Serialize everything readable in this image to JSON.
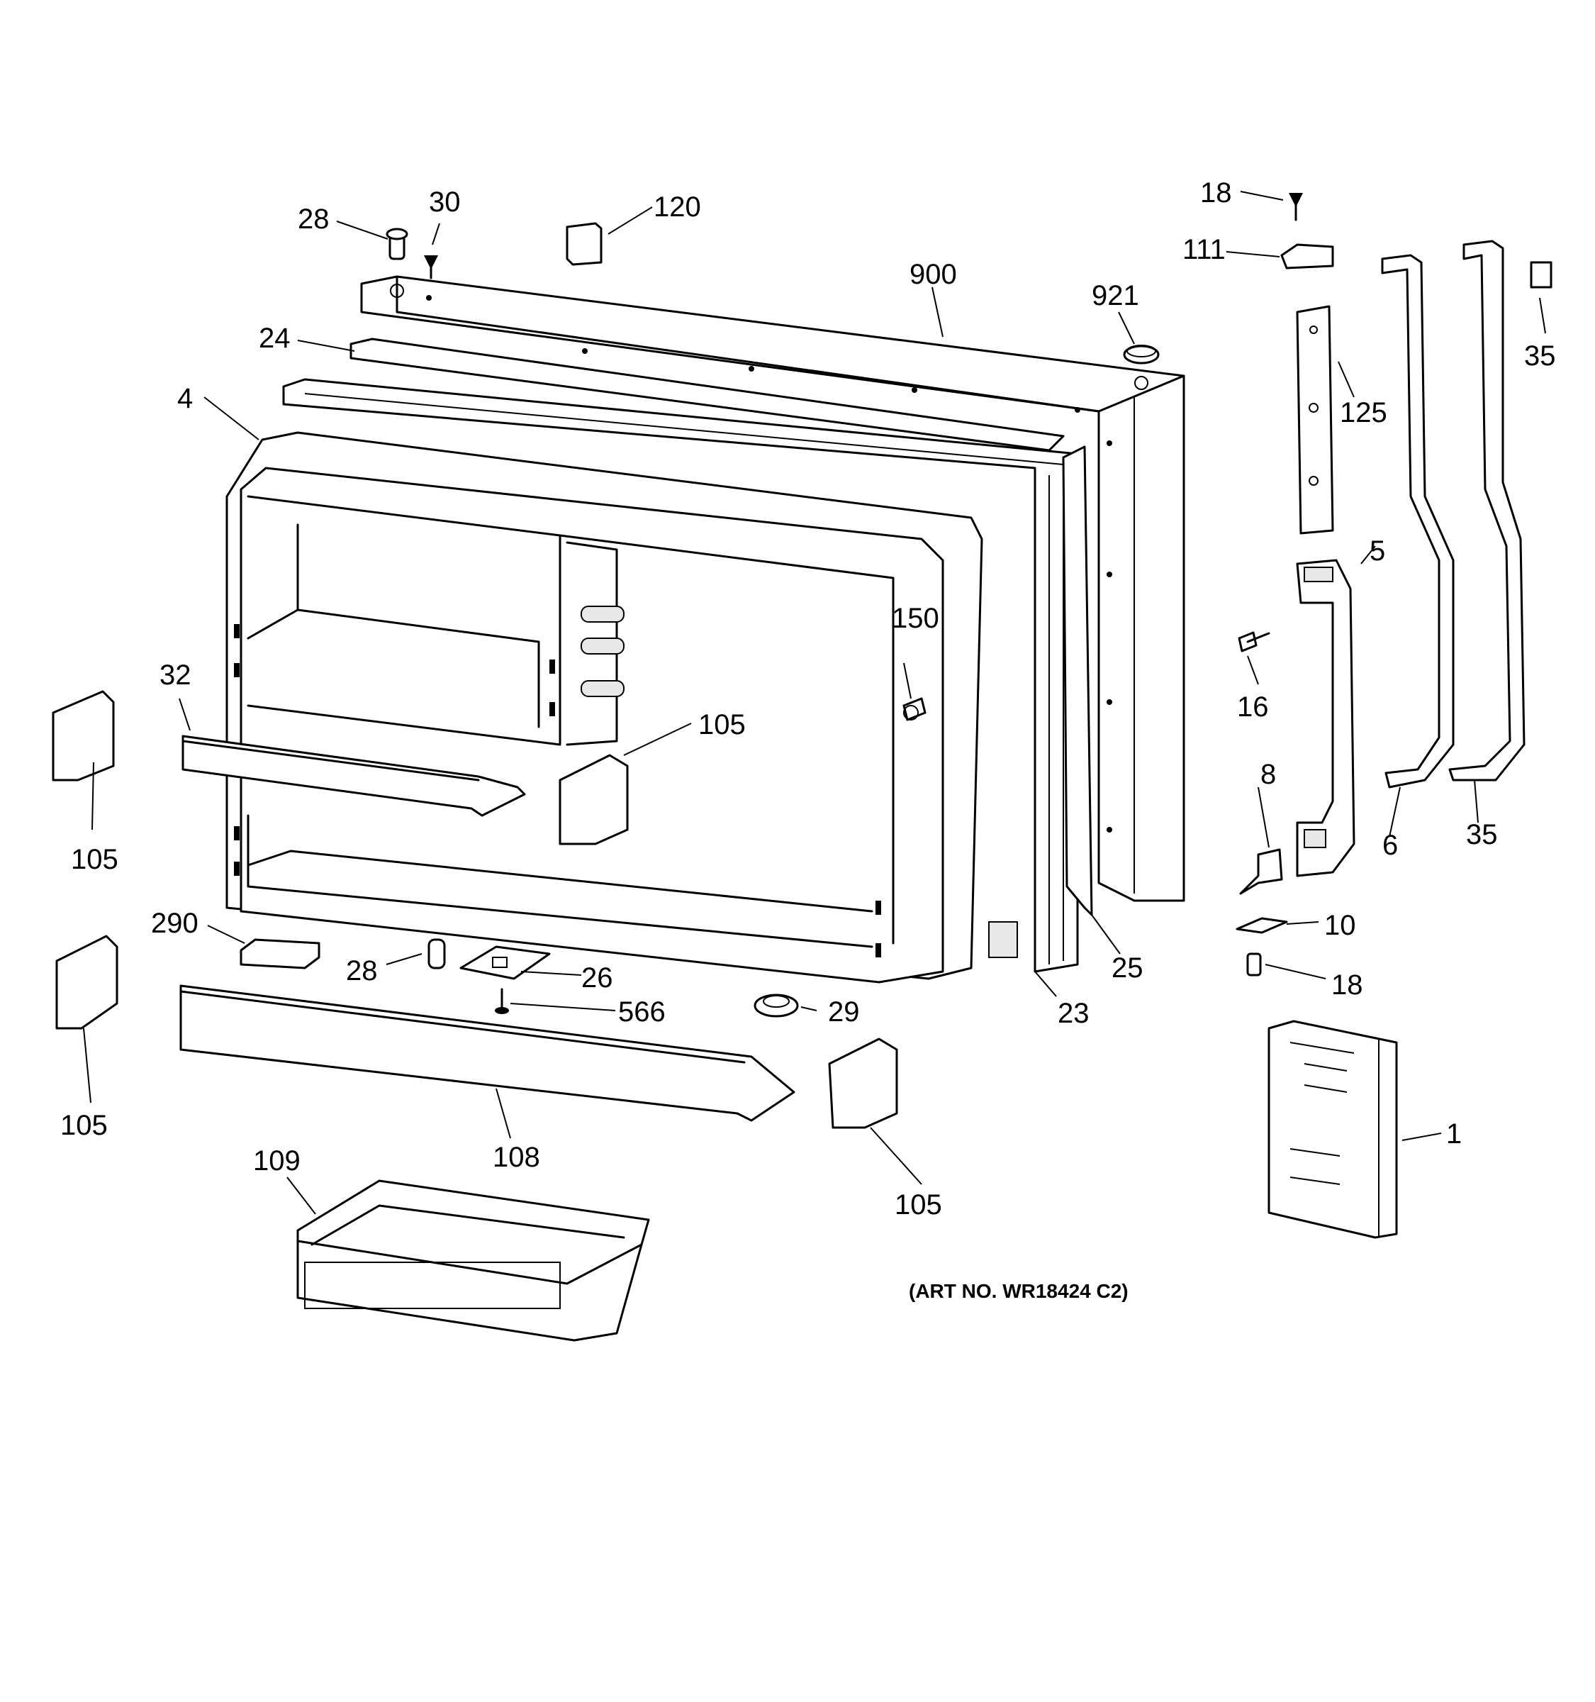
{
  "labels": {
    "l28a": "28",
    "l30": "30",
    "l120": "120",
    "l24": "24",
    "l4": "4",
    "l900": "900",
    "l921": "921",
    "l18a": "18",
    "l111": "111",
    "l35a": "35",
    "l125": "125",
    "l5": "5",
    "l150": "150",
    "l16": "16",
    "l32": "32",
    "l105a": "105",
    "l105b": "105",
    "l105c": "105",
    "l105d": "105",
    "l8": "8",
    "l6": "6",
    "l35b": "35",
    "l290": "290",
    "l28b": "28",
    "l26": "26",
    "l566": "566",
    "l29": "29",
    "l25": "25",
    "l23": "23",
    "l10": "10",
    "l18b": "18",
    "l108": "108",
    "l109": "109",
    "l1": "1"
  },
  "art_number": "(ART NO. WR18424 C2)"
}
